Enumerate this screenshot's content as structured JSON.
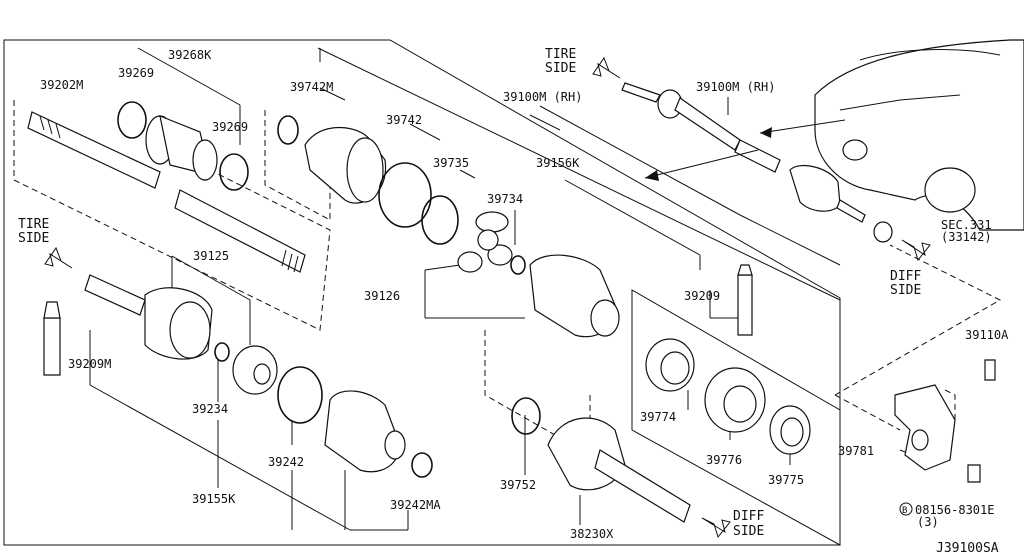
{
  "labels": {
    "p39268K": "39268K",
    "p39269a": "39269",
    "p39202M": "39202M",
    "p39269b": "39269",
    "p39742M": "39742M",
    "p39742": "39742",
    "p39735": "39735",
    "p39100M_top": "39100M (RH)",
    "p39156K": "39156K",
    "p39734": "39734",
    "p39126": "39126",
    "p39125": "39125",
    "p39209_right": "39209",
    "p39209M": "39209M",
    "p39234": "39234",
    "p39242": "39242",
    "p39155K": "39155K",
    "p39242MA": "39242MA",
    "p39752": "39752",
    "p38230X": "38230X",
    "p39774": "39774",
    "p39776": "39776",
    "p39775": "39775",
    "p39100M_rh": "39100M (RH)",
    "sec331": "SEC.331",
    "sec331_sub": "(33142)",
    "p39110A": "39110A",
    "p39781": "39781",
    "bolt": "08156-8301E",
    "bolt_qty": "(3)",
    "bolt_mark": "B",
    "diagram_id": "J39100SA"
  },
  "directions": {
    "tire_side_top_1": "TIRE",
    "tire_side_top_2": "SIDE",
    "tire_side_left_1": "TIRE",
    "tire_side_left_2": "SIDE",
    "diff_side_right_1": "DIFF",
    "diff_side_right_2": "SIDE",
    "diff_side_bottom_1": "DIFF",
    "diff_side_bottom_2": "SIDE"
  }
}
